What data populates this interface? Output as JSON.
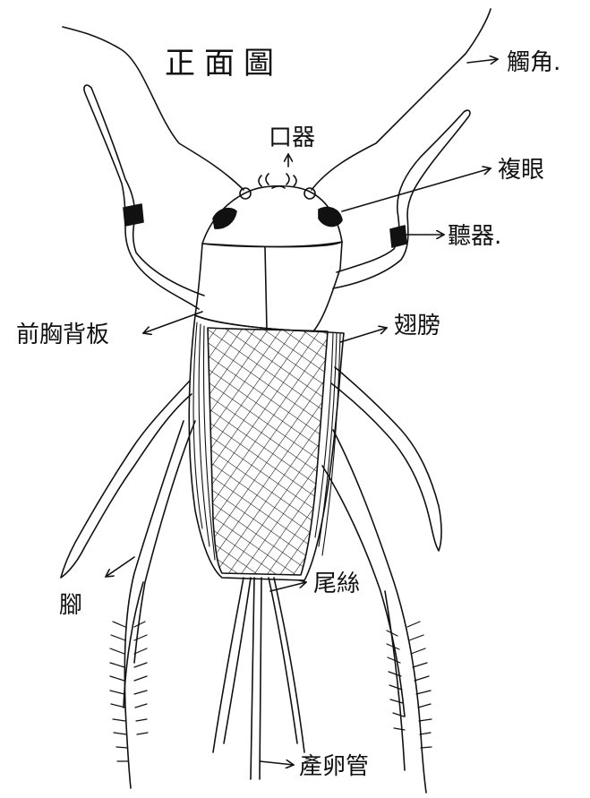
{
  "title": "正面圖",
  "labels": {
    "antenna": "觸角.",
    "mouthparts": "口器",
    "compound_eye": "複眼",
    "hearing_organ": "聽器.",
    "pronotum": "前胸背板",
    "wings": "翅膀",
    "leg": "腳",
    "cerci": "尾絲",
    "ovipositor": "產卵管"
  },
  "colors": {
    "ink": "#111111",
    "paper": "#ffffff"
  }
}
